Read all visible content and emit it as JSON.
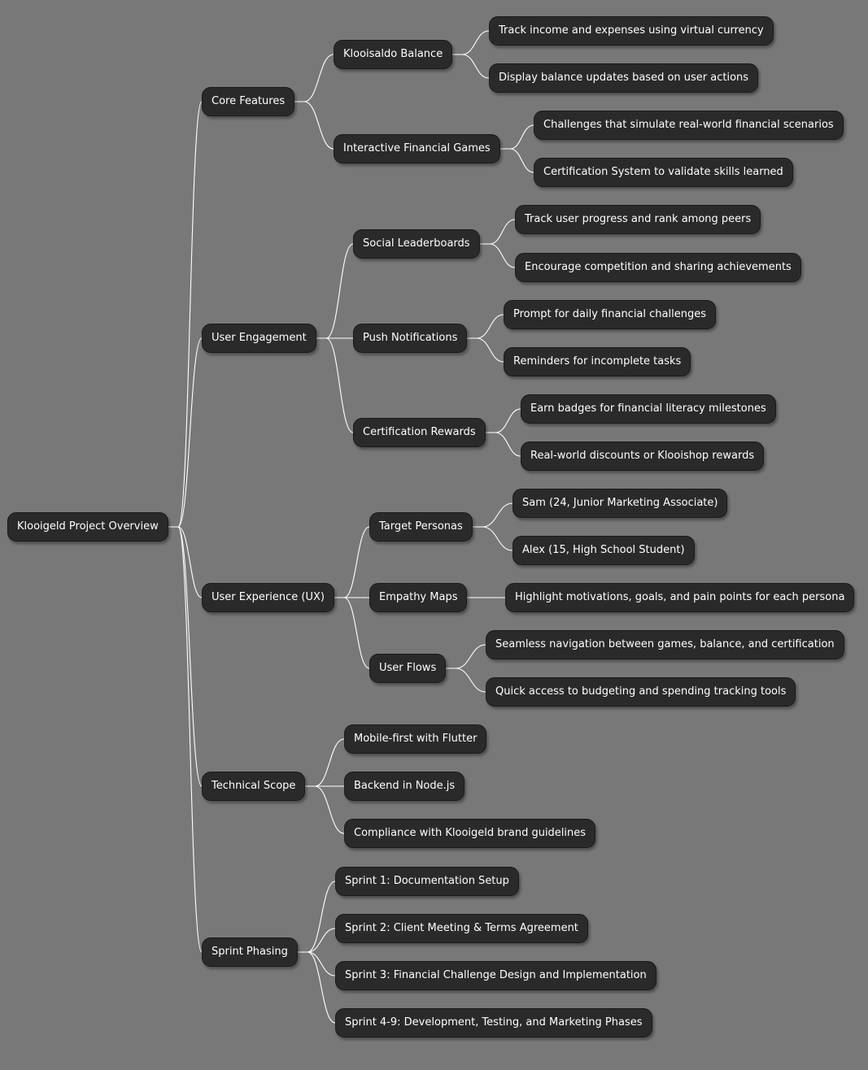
{
  "mindmap": {
    "root": "Klooigeld Project Overview",
    "branches": [
      {
        "label": "Core Features",
        "children": [
          {
            "label": "Klooisaldo Balance",
            "children": [
              "Track income and expenses using virtual currency",
              "Display balance updates based on user actions"
            ]
          },
          {
            "label": "Interactive Financial Games",
            "children": [
              "Challenges that simulate real-world financial scenarios",
              "Certification System to validate skills learned"
            ]
          }
        ]
      },
      {
        "label": "User Engagement",
        "children": [
          {
            "label": "Social Leaderboards",
            "children": [
              "Track user progress and rank among peers",
              "Encourage competition and sharing achievements"
            ]
          },
          {
            "label": "Push Notifications",
            "children": [
              "Prompt for daily financial challenges",
              "Reminders for incomplete tasks"
            ]
          },
          {
            "label": "Certification Rewards",
            "children": [
              "Earn badges for financial literacy milestones",
              "Real-world discounts or Klooishop rewards"
            ]
          }
        ]
      },
      {
        "label": "User Experience (UX)",
        "children": [
          {
            "label": "Target Personas",
            "children": [
              "Sam (24, Junior Marketing Associate)",
              "Alex (15, High School Student)"
            ]
          },
          {
            "label": "Empathy Maps",
            "children": [
              "Highlight motivations, goals, and pain points for each persona"
            ]
          },
          {
            "label": "User Flows",
            "children": [
              "Seamless navigation between games, balance, and certification",
              "Quick access to budgeting and spending tracking tools"
            ]
          }
        ]
      },
      {
        "label": "Technical Scope",
        "children": [
          {
            "label": "Mobile-first with Flutter",
            "children": []
          },
          {
            "label": "Backend in Node.js",
            "children": []
          },
          {
            "label": "Compliance with Klooigeld brand guidelines",
            "children": []
          }
        ]
      },
      {
        "label": "Sprint Phasing",
        "children": [
          {
            "label": "Sprint 1: Documentation Setup",
            "children": []
          },
          {
            "label": "Sprint 2: Client Meeting & Terms Agreement",
            "children": []
          },
          {
            "label": "Sprint 3: Financial Challenge Design and Implementation",
            "children": []
          },
          {
            "label": "Sprint 4-9: Development, Testing, and Marketing Phases",
            "children": []
          }
        ]
      }
    ]
  }
}
